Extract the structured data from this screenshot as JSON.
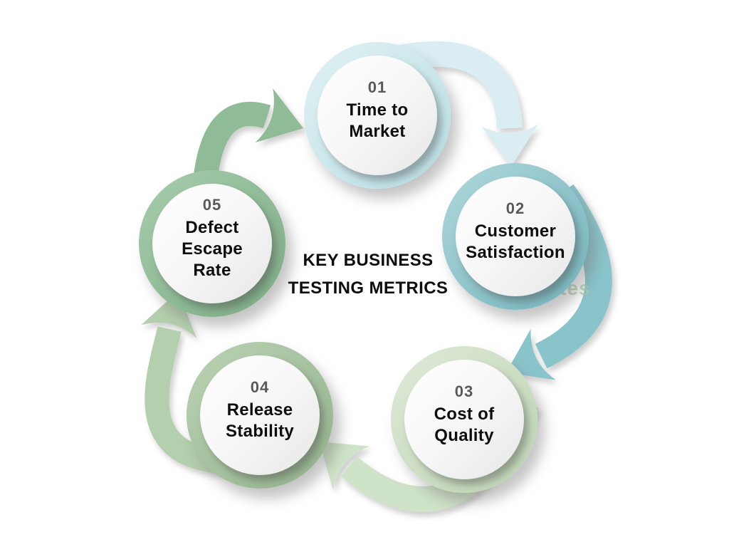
{
  "diagram": {
    "title_line1": "KEY BUSINESS",
    "title_line2": "TESTING METRICS",
    "watermark": "Webomates",
    "text_colors": {
      "number": "#595959",
      "label": "#0e0e0e",
      "title": "#0d0d0d",
      "watermark": "#a8d2aa"
    },
    "nodes": [
      {
        "number": "01",
        "lines": [
          "Time to",
          "Market"
        ],
        "ring_light": "#e2f2f4",
        "ring_dark": "#b6dde3",
        "ring_color": "#cbe6ea",
        "arrow_color": "#d9edf2"
      },
      {
        "number": "02",
        "lines": [
          "Customer",
          "Satisfaction"
        ],
        "ring_light": "#aed7db",
        "ring_dark": "#74b4bd",
        "ring_color": "#8fc3c9",
        "arrow_color": "#8ac4cb"
      },
      {
        "number": "03",
        "lines": [
          "Cost of",
          "Quality"
        ],
        "ring_light": "#dfead8",
        "ring_dark": "#bdd3b2",
        "ring_color": "#cdddc4",
        "arrow_color": "#cfe3c8"
      },
      {
        "number": "04",
        "lines": [
          "Release",
          "Stability"
        ],
        "ring_light": "#bad2b4",
        "ring_dark": "#93b28c",
        "ring_color": "#a5c09f",
        "arrow_color": "#b4cfad"
      },
      {
        "number": "05",
        "lines": [
          "Defect",
          "Escape",
          "Rate"
        ],
        "ring_light": "#a8cdad",
        "ring_dark": "#7cab84",
        "ring_color": "#90bc97",
        "arrow_color": "#8fbc96"
      }
    ]
  }
}
